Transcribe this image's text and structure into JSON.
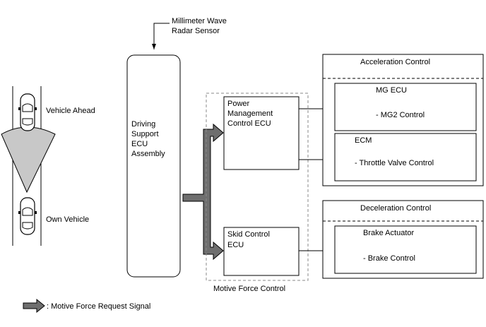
{
  "sensor": {
    "line1": "Millimeter Wave",
    "line2": "Radar Sensor"
  },
  "vehicles": {
    "ahead_label": "Vehicle Ahead",
    "own_label": "Own Vehicle"
  },
  "driving_ecu": {
    "line1": "Driving",
    "line2": "Support",
    "line3": "ECU",
    "line4": "Assembly"
  },
  "power_ecu": {
    "line1": "Power",
    "line2": "Management",
    "line3": "Control ECU"
  },
  "skid_ecu": {
    "line1": "Skid Control",
    "line2": "ECU"
  },
  "motive_force_label": "Motive Force Control",
  "acceleration": {
    "title": "Acceleration Control",
    "mg_title": "MG ECU",
    "mg_item": "- MG2 Control",
    "ecm_title": "ECM",
    "ecm_item": "- Throttle Valve Control"
  },
  "deceleration": {
    "title": "Deceleration Control",
    "brake_title": "Brake Actuator",
    "brake_item": "- Brake Control"
  },
  "legend": {
    "label": ": Motive Force Request Signal"
  },
  "colors": {
    "line": "#000000",
    "radar_fill": "#c8c8c8",
    "big_arrow_fill": "#6e6e6e",
    "dashed": "#8a8a8a"
  }
}
